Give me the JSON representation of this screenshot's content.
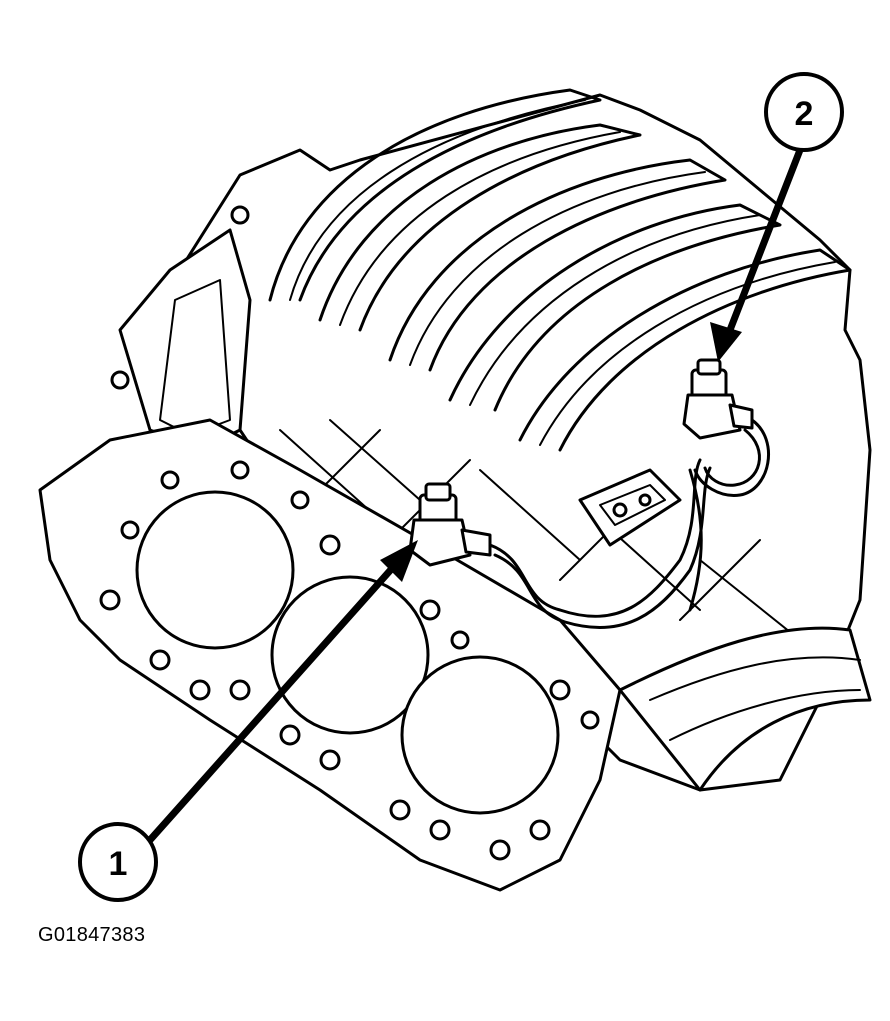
{
  "figure": {
    "code": "G01847383"
  },
  "callouts": [
    {
      "label": "1"
    },
    {
      "label": "2"
    }
  ]
}
